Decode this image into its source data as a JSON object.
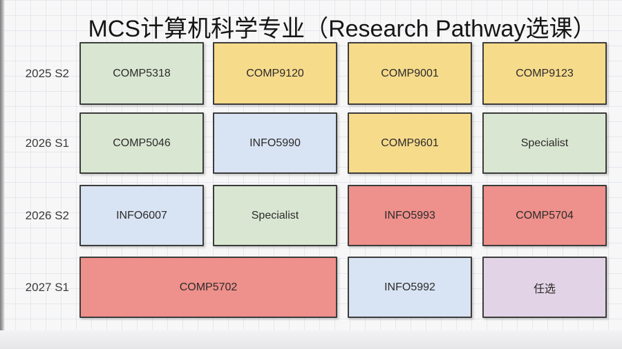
{
  "title": "MCS计算机科学专业（Research Pathway选课）",
  "colors": {
    "green": "#d9e7d2",
    "yellow": "#f6db8b",
    "blue": "#d8e3f3",
    "red": "#ee908b",
    "purple": "#e2d4e6",
    "border": "#3b3b3b"
  },
  "rows": [
    {
      "label": "2025 S2",
      "cells": [
        {
          "text": "COMP5318",
          "color": "green",
          "span": 1
        },
        {
          "text": "COMP9120",
          "color": "yellow",
          "span": 1
        },
        {
          "text": "COMP9001",
          "color": "yellow",
          "span": 1
        },
        {
          "text": "COMP9123",
          "color": "yellow",
          "span": 1
        }
      ]
    },
    {
      "label": "2026 S1",
      "cells": [
        {
          "text": "COMP5046",
          "color": "green",
          "span": 1
        },
        {
          "text": "INFO5990",
          "color": "blue",
          "span": 1
        },
        {
          "text": "COMP9601",
          "color": "yellow",
          "span": 1
        },
        {
          "text": "Specialist",
          "color": "green",
          "span": 1
        }
      ]
    },
    {
      "label": "2026 S2",
      "cells": [
        {
          "text": "INFO6007",
          "color": "blue",
          "span": 1
        },
        {
          "text": "Specialist",
          "color": "green",
          "span": 1
        },
        {
          "text": "INFO5993",
          "color": "red",
          "span": 1
        },
        {
          "text": "COMP5704",
          "color": "red",
          "span": 1
        }
      ]
    },
    {
      "label": "2027 S1",
      "cells": [
        {
          "text": "COMP5702",
          "color": "red",
          "span": 2
        },
        {
          "text": "INFO5992",
          "color": "blue",
          "span": 1
        },
        {
          "text": "任选",
          "color": "purple",
          "span": 1
        }
      ]
    }
  ]
}
